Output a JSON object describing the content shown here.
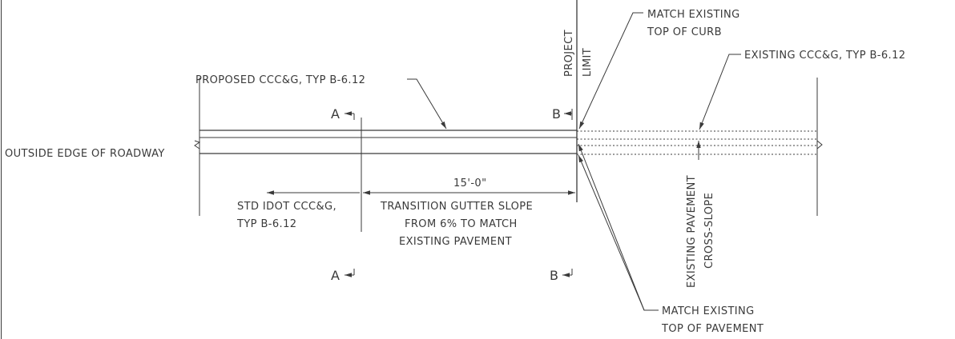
{
  "labels": {
    "match_curb_1": "MATCH EXISTING",
    "match_curb_2": "TOP OF CURB",
    "project_limit_1": "PROJECT",
    "project_limit_2": "LIMIT",
    "existing_cccg": "EXISTING CCC&G, TYP B-6.12",
    "proposed_cccg": "PROPOSED CCC&G, TYP B-6.12",
    "section_a_top": "A",
    "section_b_top": "B",
    "outside_edge": "OUTSIDE EDGE OF ROADWAY",
    "dimension": "15'-0\"",
    "std_idot_1": "STD IDOT CCC&G,",
    "std_idot_2": "TYP B-6.12",
    "transition_1": "TRANSITION GUTTER SLOPE",
    "transition_2": "FROM 6% TO MATCH",
    "transition_3": "EXISTING PAVEMENT",
    "existing_pavement_1": "EXISTING PAVEMENT",
    "existing_pavement_2": "CROSS-SLOPE",
    "section_a_bottom": "A",
    "section_b_bottom": "B",
    "match_pavement_1": "MATCH EXISTING",
    "match_pavement_2": "TOP OF PAVEMENT"
  }
}
